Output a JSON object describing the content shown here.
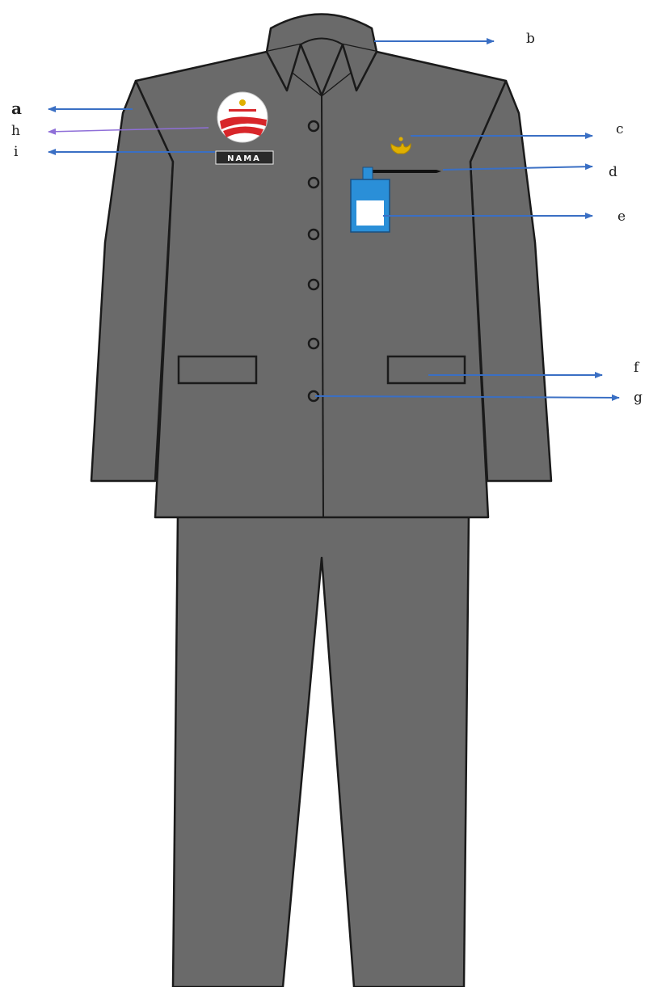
{
  "figure": {
    "name_tag_text": "NAMA",
    "labels": [
      "a",
      "b",
      "c",
      "d",
      "e",
      "f",
      "g",
      "h",
      "i"
    ]
  },
  "colors": {
    "uniform": "#6a6a6a",
    "outline": "#1a1a1a",
    "arrow": "#3a6fc4",
    "arrow_h": "#8f6fd8",
    "id_card": "#2a8fd8",
    "emblem": "#e0b000",
    "badge": "#ffffff",
    "badge_red": "#d8262a"
  },
  "icons": {
    "badge": "round-logo-badge-icon",
    "emblem": "golden-emblem-icon",
    "pen": "pen-icon",
    "id_card": "id-card-icon"
  }
}
